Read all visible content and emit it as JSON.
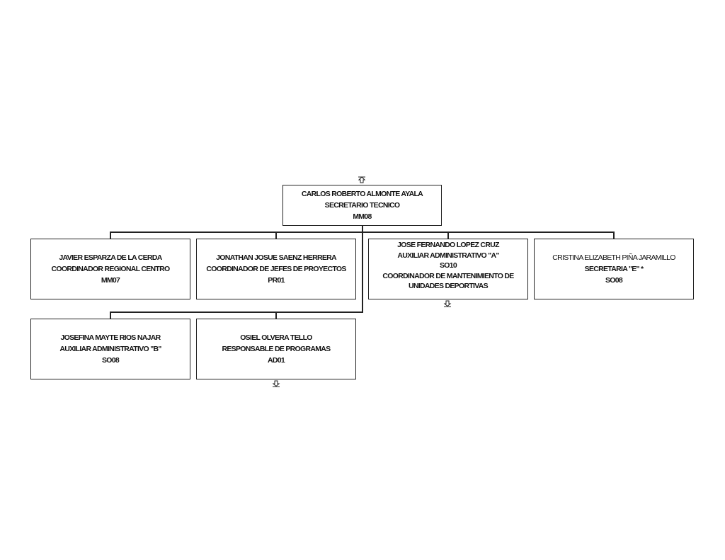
{
  "org": {
    "root": {
      "name": "CARLOS ROBERTO ALMONTE AYALA",
      "title": "SECRETARIO TECNICO",
      "code": "MM08"
    },
    "nodes": [
      {
        "name": "JAVIER ESPARZA DE LA CERDA",
        "title": "COORDINADOR REGIONAL CENTRO",
        "code": "MM07"
      },
      {
        "name": "JONATHAN JOSUE SAENZ HERRERA",
        "title": "COORDINADOR DE JEFES DE PROYECTOS",
        "code": "PR01"
      },
      {
        "name": "JOSE FERNANDO LOPEZ CRUZ",
        "title": "AUXILIAR ADMINISTRATIVO \"A\"",
        "code": "SO10",
        "extra1": "COORDINADOR DE MANTENIMIENTO DE",
        "extra2": "UNIDADES DEPORTIVAS"
      },
      {
        "name": "CRISTINA ELIZABETH PIÑA  JARAMILLO",
        "title": "SECRETARIA \"E\" *",
        "code": "SO08"
      },
      {
        "name": "JOSEFINA MAYTE RIOS NAJAR",
        "title": "AUXILIAR ADMINISTRATIVO \"B\"",
        "code": "SO08"
      },
      {
        "name": "OSIEL OLVERA TELLO",
        "title": "RESPONSABLE DE PROGRAMAS",
        "code": "AD01"
      }
    ]
  }
}
